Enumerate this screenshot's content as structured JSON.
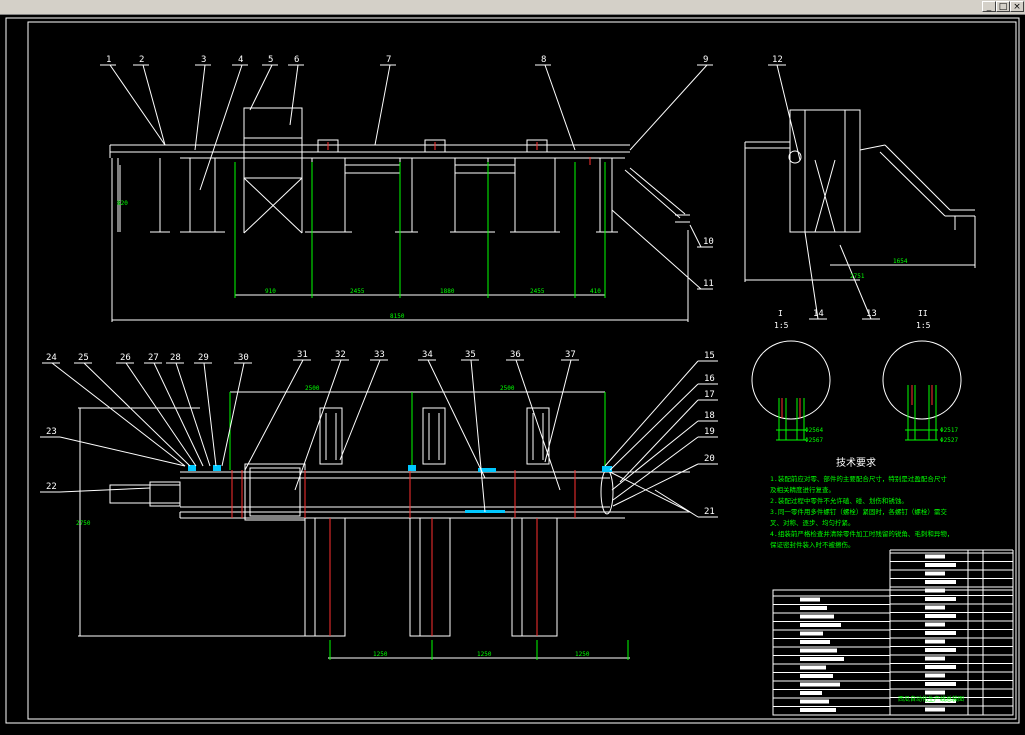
{
  "window": {
    "controls": [
      "_",
      "□",
      "×"
    ]
  },
  "drawing": {
    "top_view_callouts": [
      "1",
      "2",
      "3",
      "4",
      "5",
      "6",
      "7",
      "8",
      "9",
      "10",
      "11"
    ],
    "top_dims": [
      "910",
      "2455",
      "1880",
      "2455",
      "410",
      "8150"
    ],
    "top_height_dim": "820",
    "side_view_callouts": [
      "12",
      "13",
      "14"
    ],
    "side_dims": [
      "1654",
      "2751"
    ],
    "plan_callouts_top": [
      "24",
      "25",
      "26",
      "27",
      "28",
      "29",
      "30",
      "31",
      "32",
      "33",
      "34",
      "35",
      "36",
      "37"
    ],
    "plan_callouts_left": [
      "23",
      "22"
    ],
    "plan_callouts_right": [
      "15",
      "16",
      "17",
      "18",
      "19",
      "20",
      "21"
    ],
    "plan_dims_top": [
      "2500",
      "2500"
    ],
    "plan_dims_bottom": [
      "1250",
      "1250",
      "1250"
    ],
    "plan_height_dim": "2750",
    "detail_labels": [
      {
        "name": "I",
        "scale": "1:5"
      },
      {
        "name": "II",
        "scale": "1:5"
      }
    ],
    "detail_dims": [
      "Φ2564",
      "Φ2567",
      "Φ2517",
      "Φ2527"
    ],
    "tech_title": "技术要求",
    "tech_lines": [
      "1.装配前应对零、部件的主要配合尺寸，特别是过盈配合尺寸",
      "及相关精度进行复查。",
      "2.装配过程中零件不允许磕、碰、划伤和锈蚀。",
      "3.同一零件用多件螺钉（螺栓）紧固时，各螺钉（螺栓）需交",
      "叉、对称、逐步、均匀拧紧。",
      "4.组装前严格检查并清除零件加工时残留的锐角、毛刺和异物，",
      "保证密封件装入时不被擦伤。"
    ],
    "title_block": "西瓜自动化生产线总装图"
  },
  "colors": {
    "background": "#000000",
    "line": "#ffffff",
    "green": "#00ff00",
    "red": "#ff3030",
    "cyan": "#00c8ff",
    "titlebar": "#d4d0c8"
  }
}
